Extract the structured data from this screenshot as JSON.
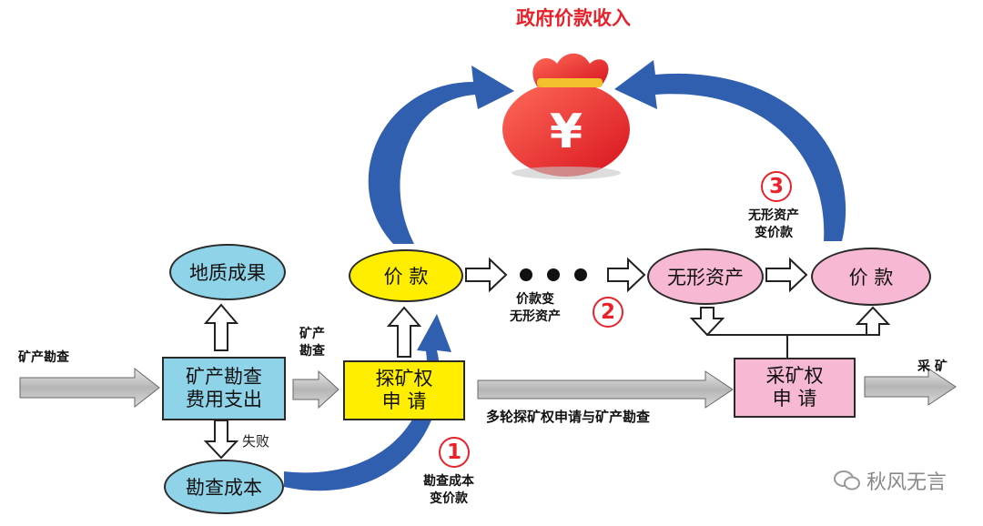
{
  "title": "政府价款收入",
  "money_bag": {
    "symbol": "¥",
    "icon": "money-bag-icon"
  },
  "nodes": {
    "geology_results": "地质成果",
    "exploration_cost_line1": "矿产勘查",
    "exploration_cost_line2": "费用支出",
    "survey_cost": "勘查成本",
    "price_left": "价 款",
    "exploration_right_line1": "探矿权",
    "exploration_right_line2": "申 请",
    "intangible_assets": "无形资产",
    "price_right": "价 款",
    "mining_right_line1": "采矿权",
    "mining_right_line2": "申 请"
  },
  "labels": {
    "mineral_survey_in": "矿产勘查",
    "mineral_survey_mid_line1": "矿产",
    "mineral_survey_mid_line2": "勘查",
    "failure": "失败",
    "multi_round": "多轮探矿权申请与矿产勘查",
    "mining": "采 矿",
    "step1_line1": "勘查成本",
    "step1_line2": "变价款",
    "step2_line1": "价款变",
    "step2_line2": "无形资产",
    "step3_line1": "无形资产",
    "step3_line2": "变价款"
  },
  "badges": [
    "1",
    "2",
    "3"
  ],
  "watermark": "秋风无言",
  "colors": {
    "blue": "#8fd3e8",
    "yellow": "#ffee00",
    "pink": "#f6b8d2",
    "red": "#e8222b",
    "arc_blue": "#2f5fae",
    "gray_arrow": "#bfbfbf"
  }
}
